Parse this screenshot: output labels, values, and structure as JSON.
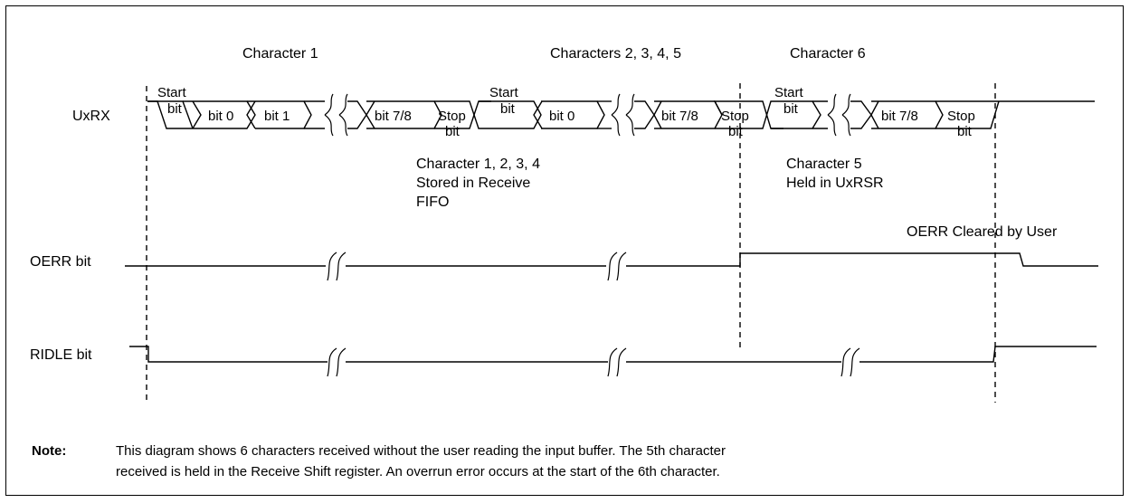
{
  "character_headings": {
    "char1": "Character 1",
    "chars2to5": "Characters 2, 3, 4, 5",
    "char6": "Character 6"
  },
  "signals": {
    "uxrx": "UxRX",
    "oerr": "OERR bit",
    "ridle": "RIDLE bit"
  },
  "bit_labels": {
    "start_top": "Start",
    "start_bottom": "bit",
    "bit0": "bit 0",
    "bit1": "bit 1",
    "bit78": "bit 7/8",
    "stop_top": "Stop",
    "stop_bottom": "bit"
  },
  "annotations": {
    "stored": [
      "Character 1, 2, 3, 4",
      "Stored in Receive",
      "FIFO"
    ],
    "held": [
      "Character 5",
      "Held in UxRSR"
    ],
    "oerr_cleared": "OERR Cleared by User"
  },
  "note": {
    "label": "Note:",
    "line1": "This diagram shows 6 characters received without the user reading the input buffer. The 5th character",
    "line2": "received is held in the Receive Shift register. An overrun error occurs at the start of the 6th character."
  }
}
